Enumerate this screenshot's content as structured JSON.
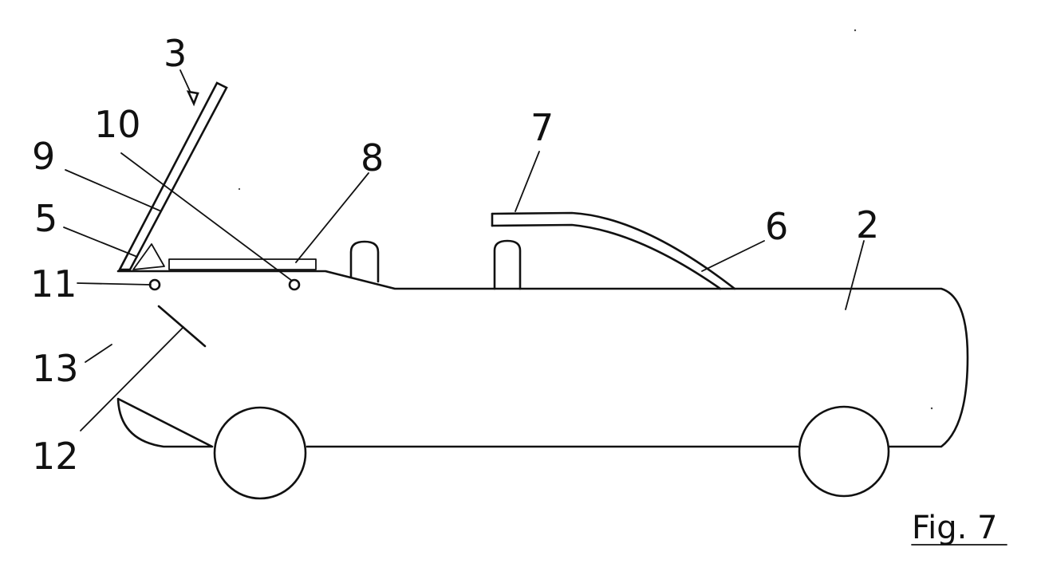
{
  "figure": {
    "caption": "Fig. 7",
    "labels": {
      "l2": "2",
      "l3": "3",
      "l5": "5",
      "l6": "6",
      "l7": "7",
      "l8": "8",
      "l9": "9",
      "l10": "10",
      "l11": "11",
      "l12": "12",
      "l13": "13"
    }
  },
  "colors": {
    "ink": "#111111",
    "paper": "#ffffff"
  }
}
